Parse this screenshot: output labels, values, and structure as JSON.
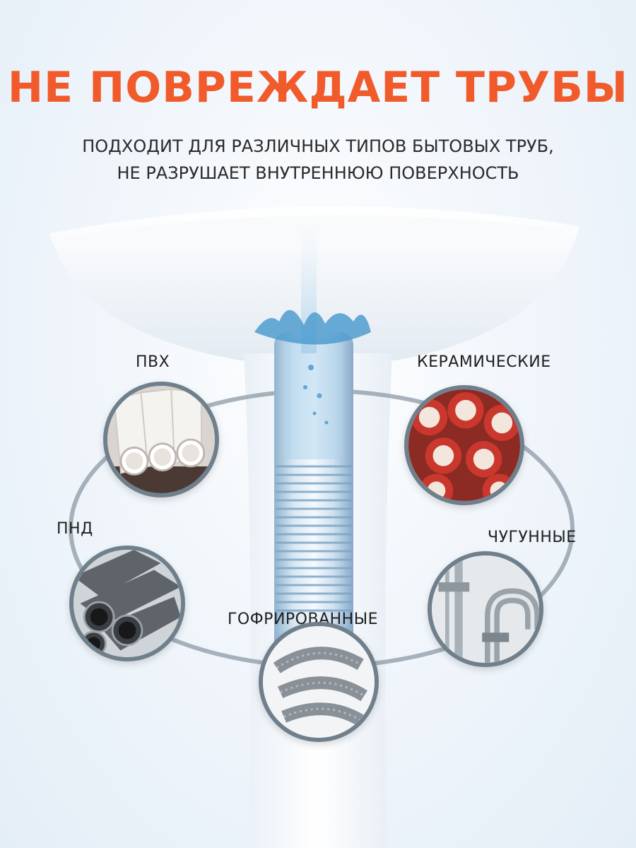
{
  "headline": "НЕ ПОВРЕЖДАЕТ ТРУБЫ",
  "subtitle": {
    "line1": "ПОДХОДИТ ДЛЯ РАЗЛИЧНЫХ ТИПОВ БЫТОВЫХ ТРУБ,",
    "line2": "НЕ РАЗРУШАЕТ ВНУТРЕННЮЮ ПОВЕРХНОСТЬ"
  },
  "pipe_types": {
    "pvh": "ПВХ",
    "ceramic": "КЕРАМИЧЕСКИЕ",
    "pnd": "ПНД",
    "cast_iron": "ЧУГУННЫЕ",
    "corrugated": "ГОФРИРОВАННЫЕ"
  },
  "colors": {
    "headline": "#f15a2b",
    "text": "#1f1f1f",
    "ring": "#6f7f8c",
    "water": "#5aa8d8"
  },
  "icons": [
    "sink-illustration",
    "water-splash-icon",
    "corrugated-drain-pipe",
    "orbit-ring"
  ]
}
